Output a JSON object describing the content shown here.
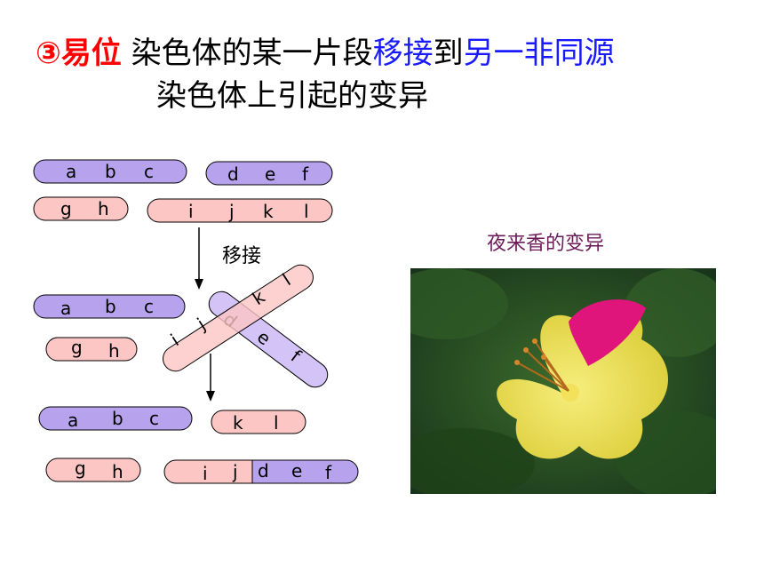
{
  "title": {
    "label": "③易位",
    "part1": "染色体的某一片段",
    "part2": "移接",
    "part3": "到",
    "part4": "另一非同源",
    "part5": "染色体",
    "part6": "上引起的变异"
  },
  "arrow_label": "移接",
  "photo_caption": "夜来香的变异",
  "colors": {
    "purple": "#b7a2ee",
    "pink": "#fbc6c3",
    "title_red": "#ff0000",
    "title_blue": "#1a1aff",
    "caption": "#6b1a57"
  },
  "chromosomes": {
    "before": {
      "abc": [
        "a",
        "b",
        "c"
      ],
      "def": [
        "d",
        "e",
        "f"
      ],
      "gh": [
        "g",
        "h"
      ],
      "ijkl": [
        "i",
        "j",
        "k",
        "l"
      ]
    },
    "crossing": {
      "abc": [
        "a",
        "b",
        "c"
      ],
      "gh": [
        "g",
        "h"
      ],
      "ijkl": [
        "i",
        "j",
        "k",
        "l"
      ],
      "def": [
        "d",
        "e",
        "f"
      ]
    },
    "after": {
      "abc": [
        "a",
        "b",
        "c"
      ],
      "kl": [
        "k",
        "l"
      ],
      "gh": [
        "g",
        "h"
      ],
      "ijdef": [
        "i",
        "j",
        "d",
        "e",
        "f"
      ]
    }
  }
}
